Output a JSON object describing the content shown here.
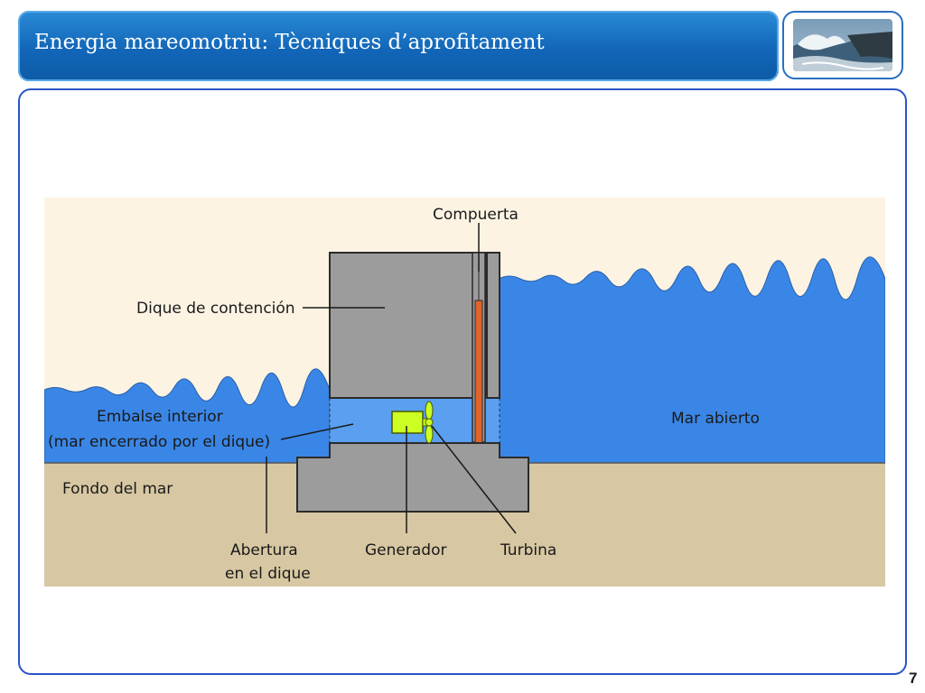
{
  "slide": {
    "title": "Energia mareomotriu: Tècniques d’aprofitament",
    "page_number": "7"
  },
  "diagram": {
    "labels": {
      "compuerta": "Compuerta",
      "dique": "Dique de contención",
      "embalse_line1": "Embalse interior",
      "embalse_line2": "(mar encerrado por el dique)",
      "mar_abierto": "Mar abierto",
      "fondo": "Fondo del mar",
      "abertura_line1": "Abertura",
      "abertura_line2": "en el dique",
      "generador": "Generador",
      "turbina": "Turbina"
    },
    "colors": {
      "sky": "#fcf3e3",
      "sea": "#3a86e6",
      "sea_light": "#5a9ff0",
      "seabed": "#d7c7a2",
      "dam": "#9c9c9c",
      "gate": "#e0632a",
      "generator": "#ccff22",
      "title_bar": "#1266b8"
    }
  }
}
